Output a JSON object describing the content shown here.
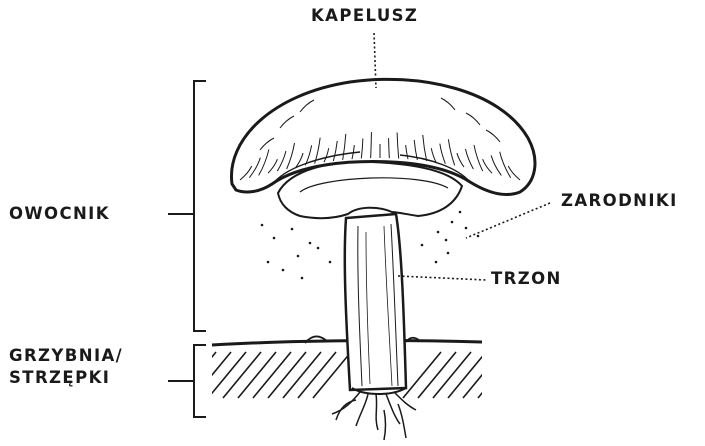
{
  "labels": {
    "cap": "KAPELUSZ",
    "fruiting_body": "OWOCNIK",
    "spores": "ZARODNIKI",
    "stem": "TRZON",
    "mycelium_line1": "GRZYBNIA/",
    "mycelium_line2": "STRZĘPKI"
  },
  "colors": {
    "ink": "#1a1a1a",
    "background": "#ffffff"
  }
}
